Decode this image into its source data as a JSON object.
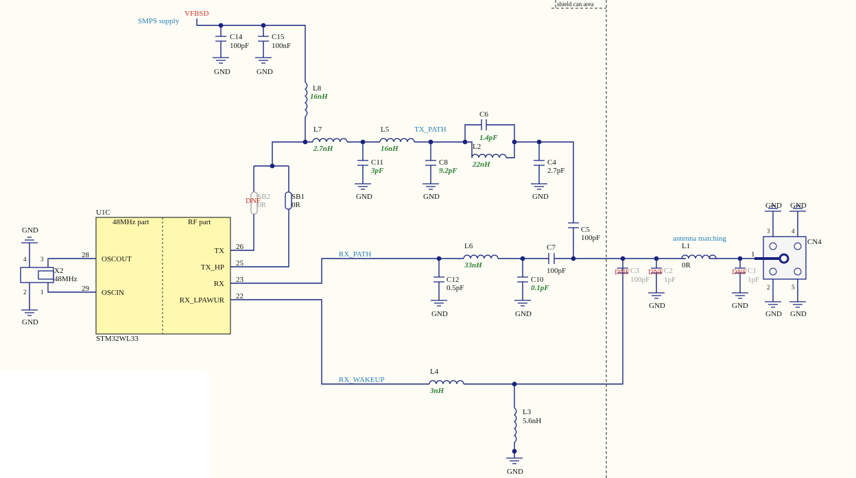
{
  "labels": {
    "shield": "shield can area",
    "smps": "SMPS supply",
    "vfbsd": "VFBSD",
    "gnd": "GND",
    "dnf": "DNF",
    "antenna": "antenna matching",
    "tx_path": "TX_PATH",
    "rx_path": "RX_PATH",
    "rx_wakeup": "RX_WAKEUP"
  },
  "ic": {
    "ref": "U1C",
    "part": "STM32WL33",
    "section_left": "48MHz part",
    "section_right": "RF part",
    "pins": [
      {
        "name": "OSCOUT",
        "num": "28"
      },
      {
        "name": "OSCIN",
        "num": "29"
      },
      {
        "name": "TX",
        "num": "26"
      },
      {
        "name": "TX_HP",
        "num": "25"
      },
      {
        "name": "RX",
        "num": "23"
      },
      {
        "name": "RX_LPAWUR",
        "num": "22"
      }
    ]
  },
  "crystal": {
    "ref": "X2",
    "value": "48MHz",
    "pins": [
      "4",
      "3",
      "2",
      "1"
    ]
  },
  "components": {
    "C14": {
      "ref": "C14",
      "value": "100pF"
    },
    "C15": {
      "ref": "C15",
      "value": "100nF"
    },
    "L8": {
      "ref": "L8",
      "value": "16nH"
    },
    "L7": {
      "ref": "L7",
      "value": "2.7nH"
    },
    "L5": {
      "ref": "L5",
      "value": "16nH"
    },
    "C11": {
      "ref": "C11",
      "value": "3pF"
    },
    "C8": {
      "ref": "C8",
      "value": "9.2pF"
    },
    "C6": {
      "ref": "C6",
      "value": "1.4pF"
    },
    "L2": {
      "ref": "L2",
      "value": "22nH"
    },
    "C4": {
      "ref": "C4",
      "value": "2.7pF"
    },
    "C5": {
      "ref": "C5",
      "value": "100pF"
    },
    "SB2": {
      "ref": "SB2",
      "value": "0R"
    },
    "SB1": {
      "ref": "SB1",
      "value": "0R"
    },
    "L6": {
      "ref": "L6",
      "value": "33nH"
    },
    "C12": {
      "ref": "C12",
      "value": "0.5pF"
    },
    "C7": {
      "ref": "C7",
      "value": "100pF"
    },
    "C10": {
      "ref": "C10",
      "value": "0.1pF"
    },
    "C3": {
      "ref": "C3",
      "value": "100pF"
    },
    "C2": {
      "ref": "C2",
      "value": "1pF"
    },
    "L1": {
      "ref": "L1",
      "value": "0R"
    },
    "C1": {
      "ref": "C1",
      "value": "1pF"
    },
    "L4": {
      "ref": "L4",
      "value": "3nH"
    },
    "L3": {
      "ref": "L3",
      "value": "5.6nH"
    }
  },
  "connector": {
    "ref": "CN4",
    "pin1": "1",
    "pins": [
      "3",
      "4",
      "2",
      "5"
    ]
  },
  "colors": {
    "wire": "#1a237e",
    "ic_fill": "#fff9b0",
    "net_label": "#2a7fb5",
    "dnf": "#d32f2f",
    "value_green": "#2e7d32"
  }
}
